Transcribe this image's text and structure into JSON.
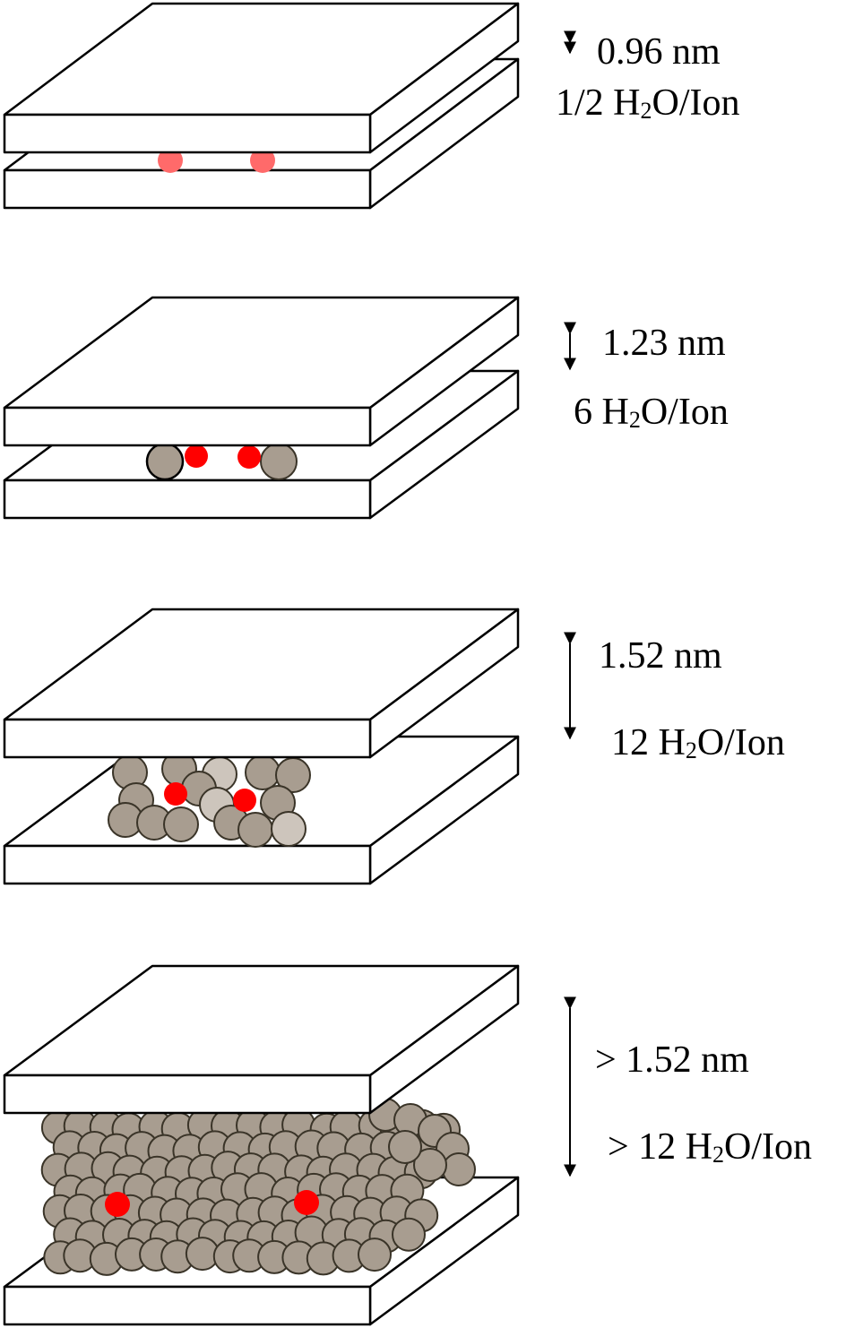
{
  "panels": [
    {
      "spacing": "0.96 nm",
      "hyd_prefix": "1/2 H",
      "hyd_sub": "2",
      "hyd_suffix": "O/Ion"
    },
    {
      "spacing": "1.23 nm",
      "hyd_prefix": "6 H",
      "hyd_sub": "2",
      "hyd_suffix": "O/Ion"
    },
    {
      "spacing": "1.52 nm",
      "hyd_prefix": "12 H",
      "hyd_sub": "2",
      "hyd_suffix": "O/Ion"
    },
    {
      "spacing": "> 1.52 nm",
      "hyd_prefix": "> 12 H",
      "hyd_sub": "2",
      "hyd_suffix": "O/Ion"
    }
  ],
  "colors": {
    "ion": "#ff0000",
    "ion_faint": "#ff6a6a",
    "water": "#a89d90",
    "water_light": "#cdc5bc",
    "water_stroke": "#3a3428",
    "plate_stroke": "#000000"
  },
  "icons": [
    "double-arrow-icon"
  ]
}
